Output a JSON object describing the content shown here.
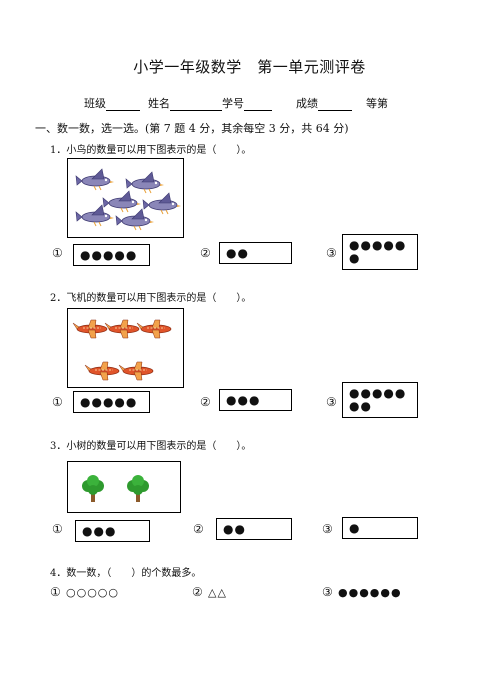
{
  "title": "小学一年级数学　第一单元测评卷",
  "info": {
    "class_label": "班级",
    "name_label": "姓名",
    "id_label": "学号",
    "score_label": "成绩",
    "rank_label": "等第"
  },
  "section1": "一、数一数，选一选。(第 7 题 4 分，其余每空 3 分，共 64 分)",
  "q1": {
    "text": "1．小鸟的数量可以用下图表示的是（　　）。",
    "opt1_num": "①",
    "opt1": "●●●●●",
    "opt2_num": "②",
    "opt2": "●●",
    "opt3_num": "③",
    "opt3_line1": "●●●●●",
    "opt3_line2": "●"
  },
  "q2": {
    "text": "2．飞机的数量可以用下图表示的是（　　）。",
    "opt1_num": "①",
    "opt1": "●●●●●",
    "opt2_num": "②",
    "opt2": "●●●",
    "opt3_num": "③",
    "opt3_line1": "●●●●●",
    "opt3_line2": "●●"
  },
  "q3": {
    "text": "3．小树的数量可以用下图表示的是（　　）。",
    "opt1_num": "①",
    "opt1": "●●●",
    "opt2_num": "②",
    "opt2": "●●",
    "opt3_num": "③",
    "opt3": "●"
  },
  "q4": {
    "text": "4．数一数，（　　）的个数最多。",
    "opt1_num": "①",
    "opt1": "○○○○○",
    "opt2_num": "②",
    "opt2": "△△",
    "opt3_num": "③",
    "opt3": "●●●●●●"
  },
  "colors": {
    "bird_body": "#8a86b8",
    "bird_wing": "#5f5a96",
    "plane": "#e0542a",
    "plane_light": "#f2a24b",
    "tree_green": "#2e9a2e",
    "trunk": "#8b5a2b"
  }
}
